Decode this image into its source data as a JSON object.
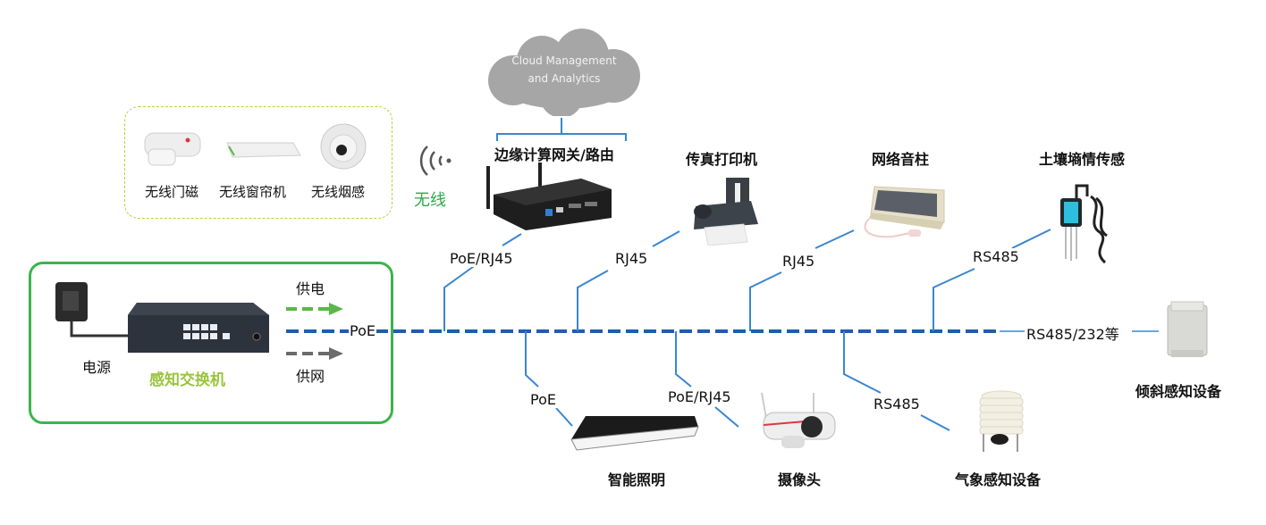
{
  "cloud": {
    "line1": "Cloud Management",
    "line2": "and Analytics"
  },
  "wireless_group": {
    "items": [
      {
        "icon": "door-magnet-icon",
        "label": "无线门磁"
      },
      {
        "icon": "curtain-motor-icon",
        "label": "无线窗帘机"
      },
      {
        "icon": "smoke-detector-icon",
        "label": "无线烟感"
      }
    ],
    "wireless_label": "无线",
    "wireless_icon": "wifi-signal-icon"
  },
  "switch_group": {
    "power_label": "电源",
    "switch_label": "感知交换机",
    "power_supply_label": "供电",
    "network_supply_label": "供网",
    "poe_label": "PoE"
  },
  "colors": {
    "bus_blue": "#1f5fa8",
    "link_blue": "#3a86d0",
    "green_border": "#3cb44b",
    "dashed_yellow_green": "#b9d13a",
    "switch_label_green": "#9ac43c",
    "wireless_green": "#2ea84a",
    "power_arrow_green": "#59b847",
    "network_arrow_gray": "#6b6b6b",
    "cloud_gray": "#a6a6a6"
  },
  "devices_top": [
    {
      "title": "边缘计算网关/路由",
      "link": "PoE/RJ45",
      "icon": "edge-gateway-icon"
    },
    {
      "title": "传真打印机",
      "link": "RJ45",
      "icon": "fax-printer-icon"
    },
    {
      "title": "网络音柱",
      "link": "RJ45",
      "icon": "network-speaker-icon"
    },
    {
      "title": "土壤墒情传感",
      "link": "RS485",
      "icon": "soil-sensor-icon"
    }
  ],
  "devices_bottom": [
    {
      "title": "智能照明",
      "link": "PoE",
      "icon": "smart-light-icon"
    },
    {
      "title": "摄像头",
      "link": "PoE/RJ45",
      "icon": "camera-icon"
    },
    {
      "title": "气象感知设备",
      "link": "RS485",
      "icon": "weather-station-icon"
    }
  ],
  "device_right": {
    "title": "倾斜感知设备",
    "link": "RS485/232等",
    "icon": "tilt-sensor-icon"
  }
}
